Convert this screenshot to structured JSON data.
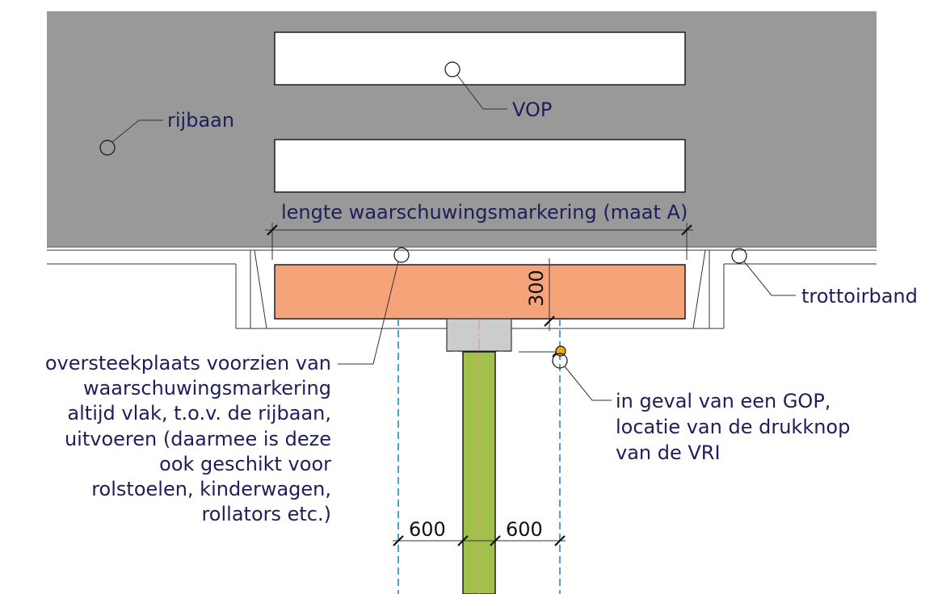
{
  "labels": {
    "road": "rijbaan",
    "crossing": "VOP",
    "curb": "trottoirband",
    "marking_length": "lengte waarschuwingsmarkering (maat A)",
    "dim_offset": "300",
    "dim_left": "600",
    "dim_right": "600",
    "note_left": [
      "oversteekplaats voorzien van",
      "waarschuwingsmarkering",
      "altijd vlak, t.o.v. de rijbaan,",
      "uitvoeren (daarmee is deze",
      "ook geschikt voor",
      "rolstoelen, kinderwagen,",
      "rollators etc.)"
    ],
    "note_right": [
      "in geval van een  GOP,",
      "locatie van de drukknop",
      "van de VRI"
    ]
  },
  "colors": {
    "road": "#999999",
    "warning_marking": "#f5a47a",
    "guidance_strip": "#a3c14a",
    "pushbutton": "#f0a818",
    "dimension_guides": "#1a8fb8",
    "label_text": "#1e1e5a"
  }
}
